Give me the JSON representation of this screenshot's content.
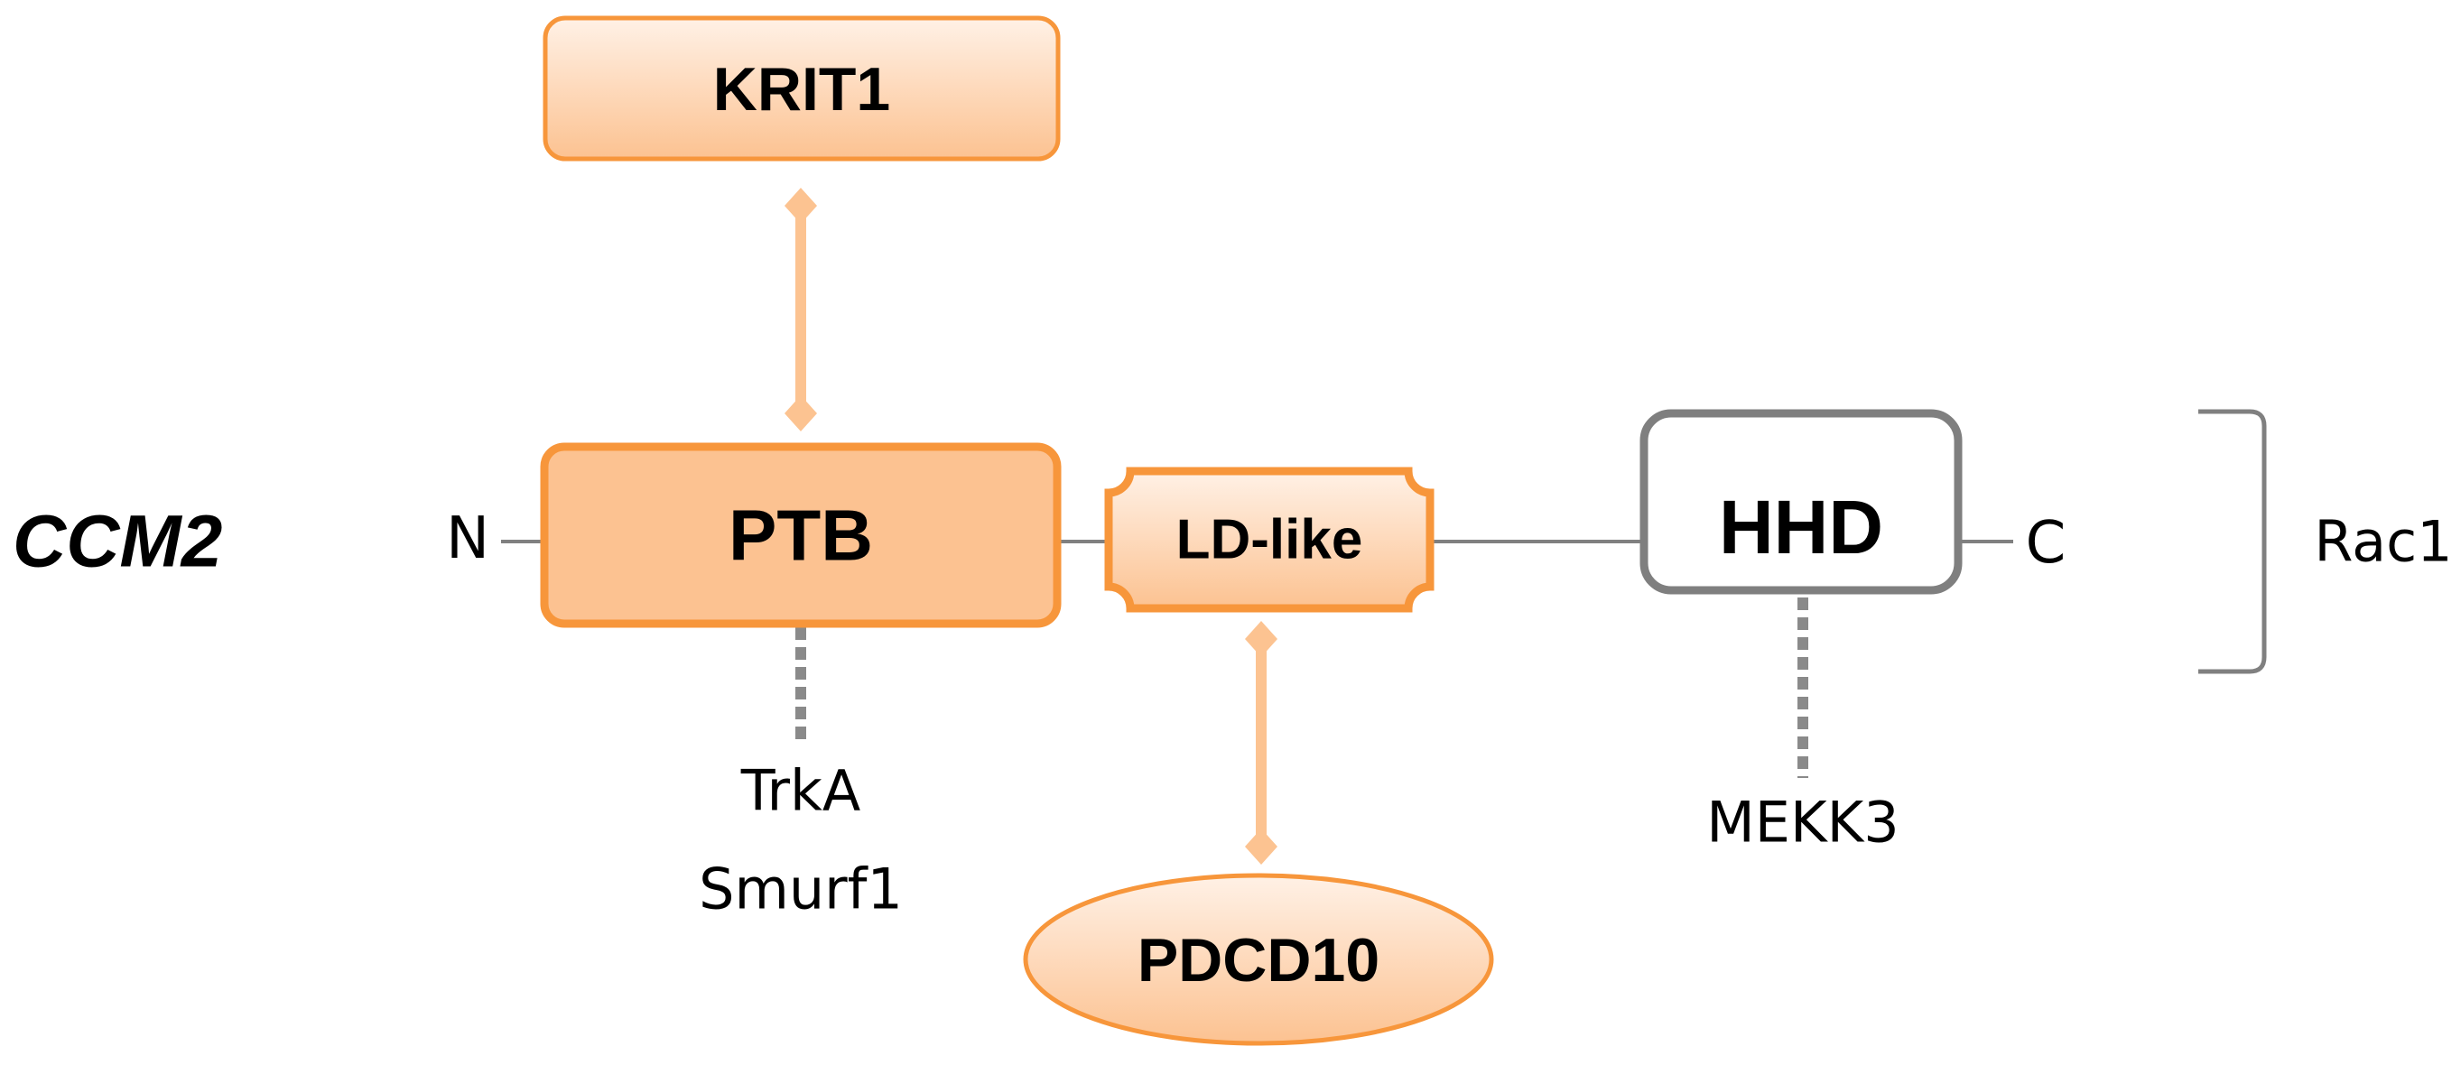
{
  "protein": {
    "name": "CCM2",
    "n_terminus": "N",
    "c_terminus": "C"
  },
  "domains": {
    "ptb": "PTB",
    "ld_like": "LD-like",
    "hhd": "HHD"
  },
  "partners": {
    "krit1": "KRIT1",
    "pdcd10": "PDCD10",
    "trka": "TrkA",
    "smurf1": "Smurf1",
    "mekk3": "MEKK3",
    "rac1": "Rac1"
  },
  "colors": {
    "orange_stroke": "#f7963b",
    "ptb_fill": "#fcc291",
    "light_fill_top": "#fff0e4",
    "light_fill_bottom": "#fcc291",
    "connector_orange": "#fcc391",
    "backbone_gray": "#808080",
    "dotted_gray": "#8a8a8a",
    "hhd_stroke": "#7f7f7f",
    "text": "#000000"
  }
}
